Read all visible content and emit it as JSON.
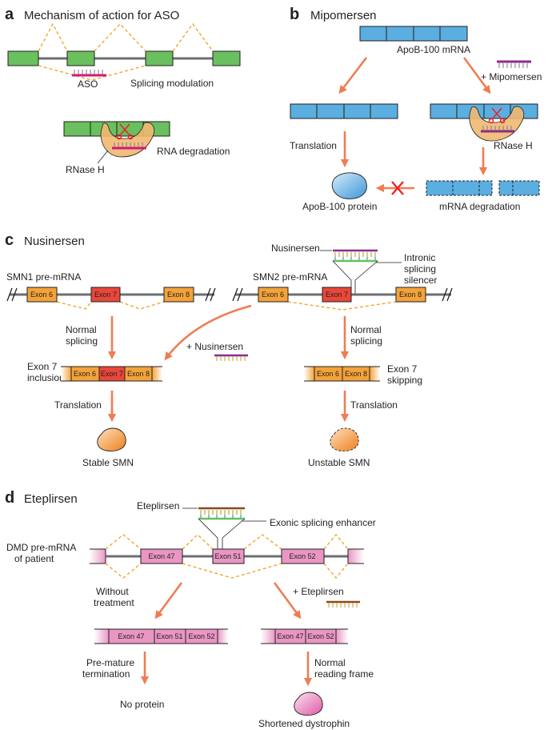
{
  "panel_a": {
    "letter": "a",
    "title": "Mechanism of action for ASO",
    "aso": "ASO",
    "splicing_modulation": "Splicing modulation",
    "rnase_h": "RNase H",
    "rna_degradation": "RNA degradation"
  },
  "panel_b": {
    "letter": "b",
    "title": "Mipomersen",
    "mrna": "ApoB-100 mRNA",
    "plus_drug": "+ Mipomersen",
    "translation": "Translation",
    "rnase_h": "RNase H",
    "protein": "ApoB-100 protein",
    "degradation": "mRNA degradation"
  },
  "panel_c": {
    "letter": "c",
    "title": "Nusinersen",
    "smn1": "SMN1 pre-mRNA",
    "smn2": "SMN2 pre-mRNA",
    "drug": "Nusinersen",
    "silencer_1": "Intronic",
    "silencer_2": "splicing",
    "silencer_3": "silencer",
    "exon6": "Exon 6",
    "exon7": "Exon 7",
    "exon8": "Exon 8",
    "normal_1": "Normal",
    "normal_2": "splicing",
    "plus_drug": "+ Nusinersen",
    "inclusion_1": "Exon 7",
    "inclusion_2": "inclusion",
    "skipping_1": "Exon 7",
    "skipping_2": "skipping",
    "translation": "Translation",
    "stable": "Stable SMN",
    "unstable": "Unstable SMN"
  },
  "panel_d": {
    "letter": "d",
    "title": "Eteplirsen",
    "drug": "Eteplirsen",
    "enhancer": "Exonic splicing enhancer",
    "dmd_1": "DMD pre-mRNA",
    "dmd_2": "of patient",
    "exon47": "Exon 47",
    "exon51": "Exon 51",
    "exon52": "Exon 52",
    "without_1": "Without",
    "without_2": "treatment",
    "plus_drug": "+ Eteplirsen",
    "premature_1": "Pre-mature",
    "premature_2": "termination",
    "normal_frame_1": "Normal",
    "normal_frame_2": "reading frame",
    "no_protein": "No protein",
    "shortened": "Shortened dystrophin"
  },
  "colors": {
    "exon_green": "#6abf5e",
    "mrna_blue": "#5aaee0",
    "exon_orange": "#f3a33a",
    "exon_red": "#e8473a",
    "exon_pink": "#e996c4",
    "arrow_salmon": "#ee7d55",
    "dashed_line": "#f0a020",
    "aso_magenta": "#d6177b",
    "rnase_tan": "#f0b870",
    "cross_red": "#e8262a"
  }
}
